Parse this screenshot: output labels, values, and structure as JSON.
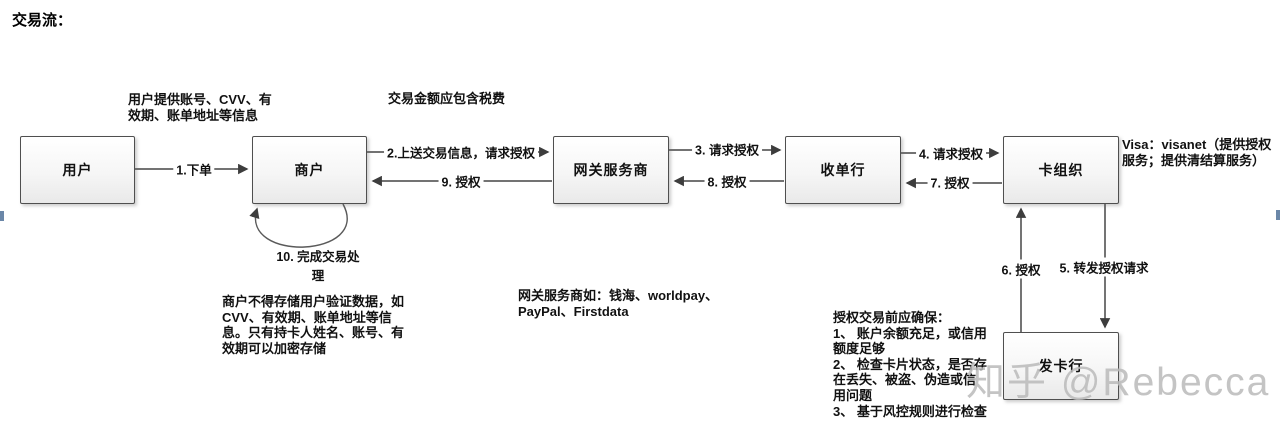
{
  "title": "交易流：",
  "watermark": "知乎 @Rebecca",
  "colors": {
    "edge_mark_blue": "#6b87a8",
    "watermark_gray": "#bababa",
    "box_border": "#4f4f4f",
    "arrow": "#3d3d3d"
  },
  "nodes": {
    "user": {
      "label": "用户"
    },
    "merchant": {
      "label": "商户"
    },
    "gateway": {
      "label": "网关服务商"
    },
    "acquirer": {
      "label": "收单行"
    },
    "card_org": {
      "label": "卡组织"
    },
    "issuer": {
      "label": "发卡行"
    }
  },
  "edges": {
    "order": {
      "label": "1.下单"
    },
    "submit_info": {
      "label": "2.上送交易信息，请求授权"
    },
    "request_auth_3": {
      "label": "3. 请求授权"
    },
    "request_auth_4": {
      "label": "4. 请求授权"
    },
    "forward_auth": {
      "label": "5. 转发授权请求"
    },
    "auth_6": {
      "label": "6. 授权"
    },
    "auth_7": {
      "label": "7. 授权"
    },
    "auth_8": {
      "label": "8. 授权"
    },
    "auth_9": {
      "label": "9. 授权"
    },
    "complete": {
      "label": "10. 完成交易处\n理"
    }
  },
  "annotations": {
    "user_info": "用户提供账号、CVV、有\n效期、账单地址等信息",
    "tax": "交易金额应包含税费",
    "visa": "Visa：visanet（提供授权\n服务；提供清结算服务）",
    "gateway_examples": "网关服务商如：钱海、worldpay、\nPayPal、Firstdata",
    "merchant_storage": "商户不得存储用户验证数据，如\nCVV、有效期、账单地址等信\n息。只有持卡人姓名、账号、有\n效期可以加密存储",
    "auth_checks": "授权交易前应确保：\n1、 账户余额充足，或信用\n额度足够\n2、 检查卡片状态，是否存\n在丢失、被盗、伪造或信\n用问题\n3、 基于风控规则进行检查"
  }
}
